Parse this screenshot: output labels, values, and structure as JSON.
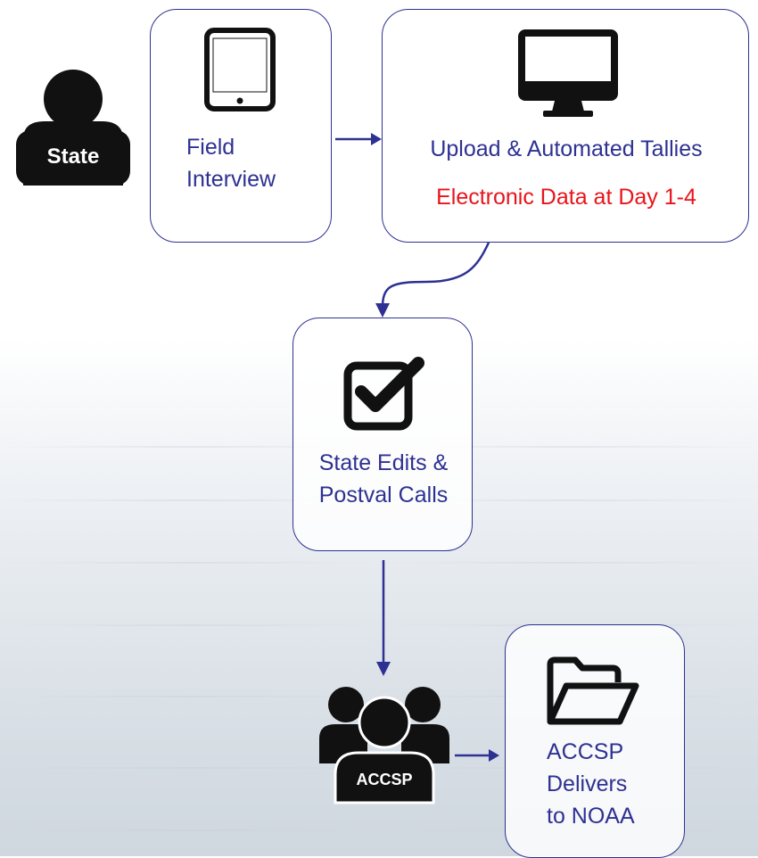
{
  "actors": {
    "state": {
      "label": "State",
      "icon": "person-icon"
    },
    "accsp": {
      "label": "ACCSP",
      "icon": "group-icon"
    }
  },
  "steps": {
    "field": {
      "line1": "Field",
      "line2": "Interview",
      "icon": "tablet-icon"
    },
    "upload": {
      "title": "Upload & Automated Tallies",
      "note": "Electronic Data at Day 1-4",
      "icon": "monitor-icon"
    },
    "edits": {
      "line1": "State Edits &",
      "line2": "Postval Calls",
      "icon": "checkbox-check-icon"
    },
    "deliver": {
      "line1": "ACCSP",
      "line2": "Delivers",
      "line3": "to NOAA",
      "icon": "folder-open-icon"
    }
  },
  "colors": {
    "accent": "#2e3192",
    "highlight": "#e8141b",
    "icon": "#111111"
  }
}
